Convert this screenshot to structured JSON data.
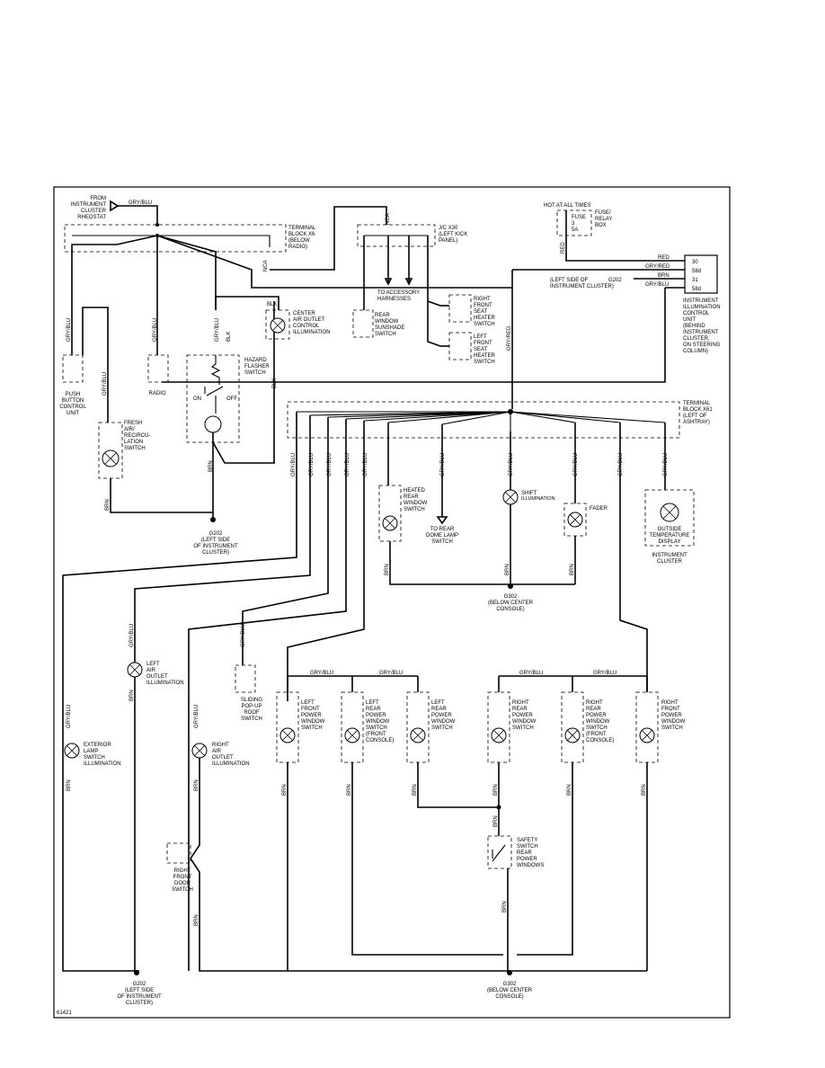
{
  "figure_id": "61421",
  "sources": {
    "rheostat": [
      "FROM",
      "INSTRUMENT",
      "CLUSTER",
      "RHEOSTAT"
    ],
    "hot_at_all_times": "HOT AT ALL TIMES",
    "fuse": [
      "FUSE",
      "3",
      "5A"
    ],
    "fuse_box": [
      "FUSE/",
      "RELAY",
      "BOX"
    ]
  },
  "terminals": {
    "x6": [
      "TERMINAL",
      "BLOCK X6",
      "(BELOW",
      "RADIO)"
    ],
    "x30": [
      "J/C X30",
      "(LEFT KICK",
      "PANEL)"
    ],
    "x61": [
      "TERMINAL",
      "BLOCK X61",
      "(LEFT OF",
      "ASHTRAY)"
    ]
  },
  "components": {
    "push_button": [
      "PUSH",
      "BUTTON",
      "CONTROL",
      "UNIT"
    ],
    "radio": "RADIO",
    "hazard": [
      "HAZARD",
      "FLASHER",
      "SWITCH"
    ],
    "hazard_on": "ON",
    "hazard_off": "OFF",
    "center_air": [
      "CENTER",
      "AIR OUTLET",
      "CONTROL",
      "ILLUMINATION"
    ],
    "to_accessory": [
      "TO ACCESSORY",
      "HARNESSES"
    ],
    "rear_sunshade": [
      "REAR",
      "WINDOW",
      "SUNSHADE",
      "SWITCH"
    ],
    "right_seat_heater": [
      "RIGHT",
      "FRONT",
      "SEAT",
      "HEATER",
      "SWITCH"
    ],
    "left_seat_heater": [
      "LEFT",
      "FRONT",
      "SEAT",
      "HEATER",
      "SWITCH"
    ],
    "ic_location": [
      "(LEFT SIDE OF",
      "INSTRUMENT CLUSTER)"
    ],
    "ic_control": [
      "INSTRUMENT",
      "ILLUMINATION",
      "CONTROL",
      "UNIT",
      "(BEHIND",
      "INSTRUMENT",
      "CLUSTER,",
      "ON STEERING",
      "COLUMN)"
    ],
    "ic_pins": [
      "30",
      "58d",
      "31",
      "58d"
    ],
    "fresh_air": [
      "FRESH",
      "AIR/",
      "RECIRCU-",
      "LATION",
      "SWITCH"
    ],
    "heated_rear": [
      "HEATED",
      "REAR",
      "WINDOW",
      "SWITCH"
    ],
    "to_rear_dome": [
      "TO REAR",
      "DOME LAMP",
      "SWITCH"
    ],
    "shift": [
      "SHIFT",
      "ILLUMINATION"
    ],
    "fader": "FADER",
    "outside_temp": [
      "OUTSIDE",
      "TEMPERATURE",
      "DISPLAY"
    ],
    "instrument_cluster": [
      "INSTRUMENT",
      "CLUSTER"
    ],
    "left_air": [
      "LEFT",
      "AIR",
      "OUTLET",
      "ILLUMINATION"
    ],
    "sliding_roof": [
      "SLIDING",
      "POP-UP",
      "ROOF",
      "SWITCH"
    ],
    "lf_window": [
      "LEFT",
      "FRONT",
      "POWER",
      "WINDOW",
      "SWITCH"
    ],
    "lr_window": [
      "LEFT",
      "REAR",
      "POWER",
      "WINDOW",
      "SWITCH",
      "(FRONT",
      "CONSOLE)"
    ],
    "lr_window2": [
      "LEFT",
      "REAR",
      "POWER",
      "WINDOW",
      "SWITCH"
    ],
    "rr_window": [
      "RIGHT",
      "REAR",
      "POWER",
      "WINDOW",
      "SWITCH"
    ],
    "rr_window2": [
      "RIGHT",
      "REAR",
      "POWER",
      "WINDOW",
      "SWITCH",
      "(FRONT",
      "CONSOLE)"
    ],
    "rf_window": [
      "RIGHT",
      "FRONT",
      "POWER",
      "WINDOW",
      "SWITCH"
    ],
    "exterior_lamp": [
      "EXTERIOR",
      "LAMP",
      "SWITCH",
      "ILLUMINATION"
    ],
    "right_air": [
      "RIGHT",
      "AIR",
      "OUTLET",
      "ILLUMINATION"
    ],
    "right_door": [
      "RIGHT",
      "FRONT",
      "DOOR",
      "SWITCH"
    ],
    "safety": [
      "SAFETY",
      "SWITCH",
      "REAR",
      "POWER",
      "WINDOWS"
    ]
  },
  "grounds": {
    "g202_top": [
      "G202",
      "(LEFT SIDE",
      "OF INSTRUMENT",
      "CLUSTER)"
    ],
    "g302_mid": [
      "G302",
      "(BELOW CENTER",
      "CONSOLE)"
    ],
    "g202_bottom": [
      "G202",
      "(LEFT SIDE",
      "OF INSTRUMENT",
      "CLUSTER)"
    ],
    "g302_bottom": [
      "G302",
      "(BELOW CENTER",
      "CONSOLE)"
    ],
    "g202_small": "G202"
  },
  "wires": {
    "gry_blu": "GRY/BLU",
    "brn": "BRN",
    "blk": "BLK",
    "red": "RED",
    "gry_red": "GRY/RED",
    "nca": "NCA",
    "bus_gry_red": "GRY/RED"
  }
}
